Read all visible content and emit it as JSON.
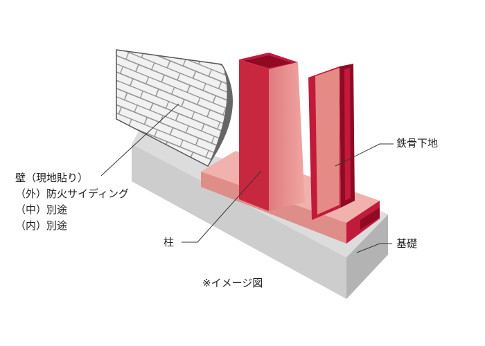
{
  "labels": {
    "wall_title": "壁（現地貼り）",
    "wall_outer": "（外）防火サイディング",
    "wall_middle": "（中）別途",
    "wall_inner": "（内）別途",
    "column": "柱",
    "steel_frame": "鉄骨下地",
    "foundation": "基礎",
    "note": "※イメージ図"
  },
  "colors": {
    "steel_front": "#e58a84",
    "steel_dark": "#c21a3a",
    "steel_shadow": "#8f0a23",
    "siding": "#efefef",
    "siding_edge": "#555555",
    "foundation_top": "#dcdcdc",
    "foundation_side": "#b5b5b5",
    "foundation_front": "#cfcfcf"
  }
}
